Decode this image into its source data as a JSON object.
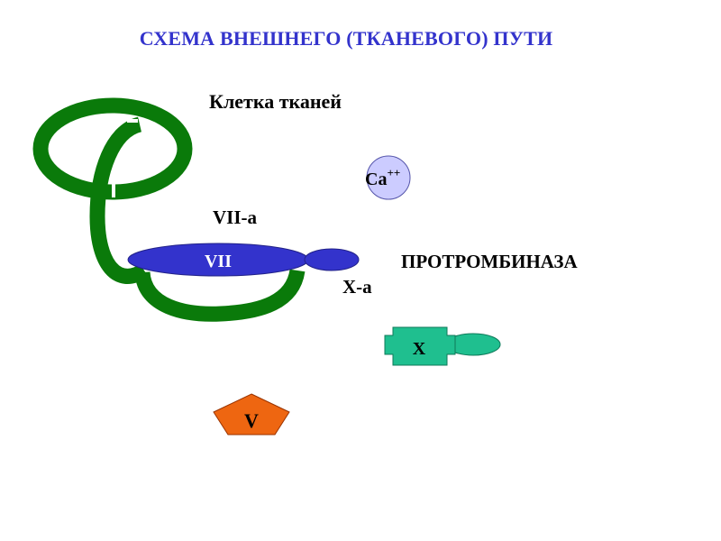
{
  "title": "СХЕМА ВНЕШНЕГО (ТКАНЕВОГО) ПУТИ",
  "labels": {
    "cell": "Клетка тканей",
    "ca": "Ca",
    "ca_sup": "++",
    "vii_a": "VII-a",
    "vii": "VII",
    "x_a": "X-a",
    "prothrombinase": "ПРОТРОМБИНАЗА",
    "x": "X",
    "v": "V"
  },
  "colors": {
    "title": "#3333cc",
    "cell": "#0a7a0a",
    "factor_vii": "#3333cc",
    "calcium": "#ccccff",
    "factor_x": "#1fbf8f",
    "factor_v": "#ee6611"
  }
}
